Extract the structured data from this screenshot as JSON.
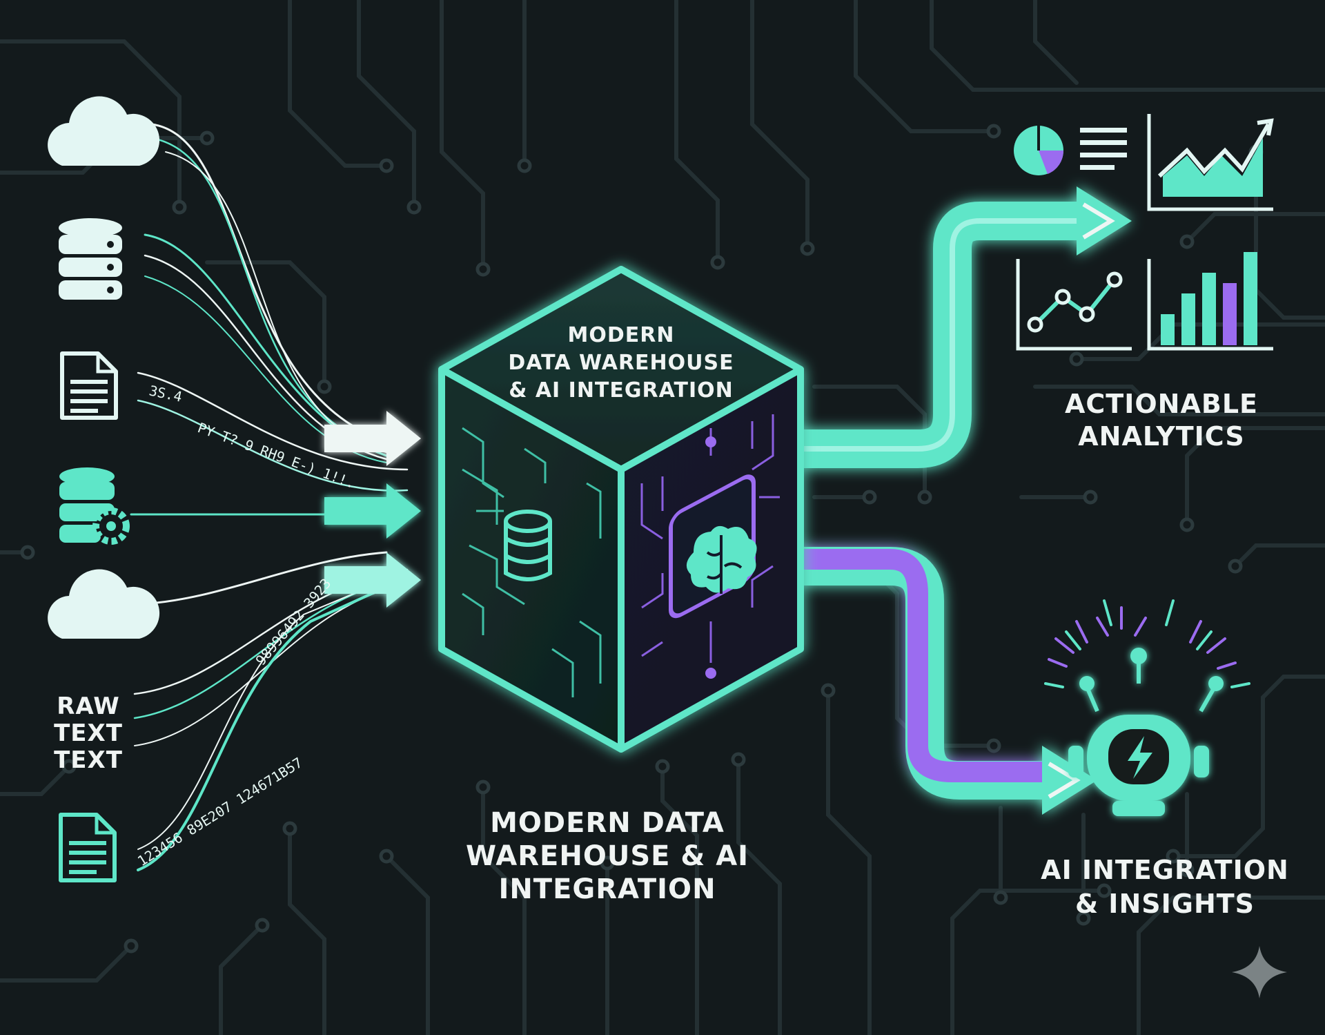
{
  "colors": {
    "background": "#131a1c",
    "trace": "#243033",
    "teal": "#5ee6c8",
    "teal_light": "#9ff3e2",
    "purple": "#9b6cf0",
    "white": "#eef6f4"
  },
  "sources": {
    "icons": [
      "cloud-icon",
      "database-icon",
      "document-icon",
      "database-gear-icon",
      "cloud-icon",
      "document-icon"
    ],
    "raw_label": [
      "RAW",
      "TEXT",
      "TEXT"
    ],
    "stream_text_1": "3S.4",
    "stream_text_2": "PY T? 9 RH9 E-) 1!!.",
    "stream_text_3": "98996492 3923",
    "stream_text_4": "123456 89E207 124671B57"
  },
  "cube": {
    "top_label": [
      "MODERN",
      "DATA WAREHOUSE",
      "& AI INTEGRATION"
    ],
    "left_icon": "database-icon",
    "right_icon": "brain-chip-icon"
  },
  "center_caption": [
    "MODERN DATA",
    "WAREHOUSE & AI",
    "INTEGRATION"
  ],
  "analytics": {
    "icons": [
      "pie-chart-icon",
      "trend-chart-icon",
      "line-chart-icon",
      "bar-chart-icon"
    ],
    "label": [
      "ACTIONABLE",
      "ANALYTICS"
    ]
  },
  "insights": {
    "icon": "robot-bolt-icon",
    "label": [
      "AI INTEGRATION",
      "& INSIGHTS"
    ]
  },
  "watermark_icon": "sparkle-icon"
}
